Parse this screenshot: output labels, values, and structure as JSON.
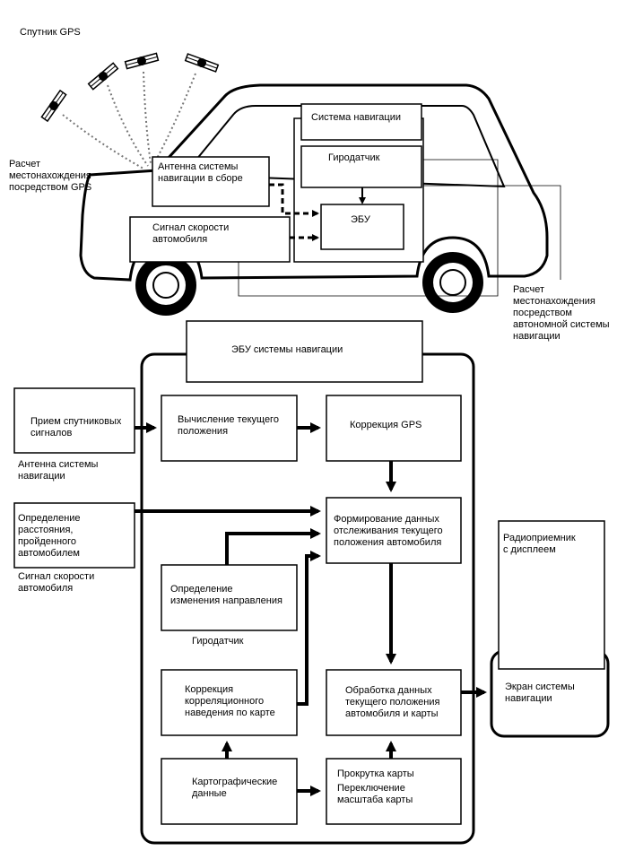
{
  "top": {
    "satellite_label": "Спутник GPS",
    "gps_calc_label": "Расчет\nместонахождения\nпосредством GPS",
    "nav_system_label": "Система навигации",
    "gyro_label": "Гиродатчик",
    "antenna_label": "Антенна системы\nнавигации в сборе",
    "speed_signal_label": "Сигнал скорости\nавтомобиля",
    "ecu_label": "ЭБУ",
    "autonomous_calc_label": "Расчет\nместонахождения\nпосредством\nавтономной системы\nнавигации"
  },
  "bottom": {
    "ecu_title": "ЭБУ системы навигации",
    "sat_receive": "Прием спутниковых\nсигналов",
    "antenna_caption": "Антенна системы\nнавигации",
    "distance": "Определение\nрасстояния,\nпройденного\nавтомобилем",
    "speed_caption": "Сигнал скорости\nавтомобиля",
    "calc_position": "Вычисление текущего\nположения",
    "gps_correction": "Коррекция GPS",
    "tracking_data": "Формирование данных\nотслеживания текущего\nположения автомобиля",
    "direction_change": "Определение\nизменения направления",
    "gyro_caption": "Гиродатчик",
    "map_matching": "Коррекция\nкорреляционного\nнаведения по карте",
    "processing": "Обработка данных\nтекущего положения\nавтомобиля и карты",
    "cartographic": "Картографические\nданные",
    "scroll": "Прокрутка карты",
    "scale": "Переключение\nмасштаба карты",
    "radio": "Радиоприемник\nс дисплеем",
    "screen": "Экран системы\nнавигации"
  }
}
